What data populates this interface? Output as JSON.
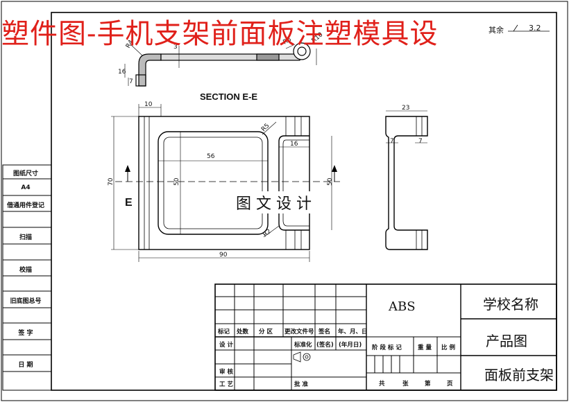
{
  "banner": "塑件图-手机支架前面板注塑模具设",
  "corner_text": "其余",
  "corner_value": "3.2",
  "section_label": "SECTION E-E",
  "section_letter": "E",
  "watermark": "图 文 设 计",
  "dims": {
    "top_r4": "R4",
    "top_3": "3",
    "top_16": "16",
    "top_7": "7",
    "top_r5": "R5",
    "top_r10": "R10",
    "d10": "10",
    "d56": "56",
    "dR5": "R5",
    "d16": "16",
    "d50a": "50",
    "d50b": "50",
    "d70": "70",
    "dR2": "R2",
    "d90": "90",
    "d23": "23",
    "d7a": "7",
    "d7b": "7"
  },
  "side_labels": [
    "图纸尺寸",
    "A4",
    "借通用件登记",
    "扫描",
    "校描",
    "旧底图总号",
    "签 字",
    "日 期"
  ],
  "title_block": {
    "row_headers": [
      "标记",
      "处数",
      "分 区",
      "更改文件号",
      "签名",
      "年、月、日"
    ],
    "design": "设 计",
    "standard": "标准化",
    "sign": "(签名)",
    "date": "(年月日)",
    "review": "审 核",
    "craft": "工 艺",
    "approve": "批 准",
    "stage_headers": [
      "阶 段 标 记",
      "重 量",
      "比 例"
    ],
    "sheet": [
      "共",
      "张",
      "第",
      "页"
    ],
    "material": "ABS",
    "school": "学校名称",
    "drawing_type": "产品图",
    "part_name": "面板前支架"
  }
}
